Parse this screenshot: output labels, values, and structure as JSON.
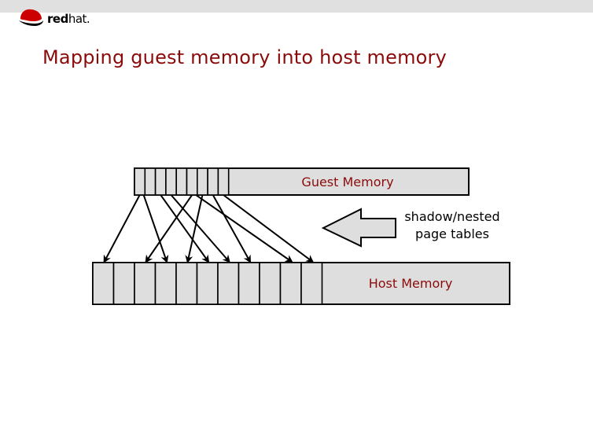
{
  "header": {
    "logo_text_bold": "red",
    "logo_text_light": "hat."
  },
  "slide": {
    "title": "Mapping guest memory into host memory"
  },
  "diagram": {
    "guest_label": "Guest Memory",
    "host_label": "Host Memory",
    "arrow_label_line1": "shadow/nested",
    "arrow_label_line2": "page tables",
    "guest_page_count": 9,
    "host_page_count": 11,
    "mappings": [
      {
        "from_guest_page": 1,
        "to_host_page": 1
      },
      {
        "from_guest_page": 1,
        "to_host_page": 4
      },
      {
        "from_guest_page": 3,
        "to_host_page": 6
      },
      {
        "from_guest_page": 4,
        "to_host_page": 7
      },
      {
        "from_guest_page": 6,
        "to_host_page": 3
      },
      {
        "from_guest_page": 6,
        "to_host_page": 10
      },
      {
        "from_guest_page": 7,
        "to_host_page": 5
      },
      {
        "from_guest_page": 8,
        "to_host_page": 8
      },
      {
        "from_guest_page": 9,
        "to_host_page": 11
      }
    ],
    "colors": {
      "box_fill": "#dedede",
      "stroke": "#000000",
      "label_red": "#8b0b0b"
    }
  }
}
